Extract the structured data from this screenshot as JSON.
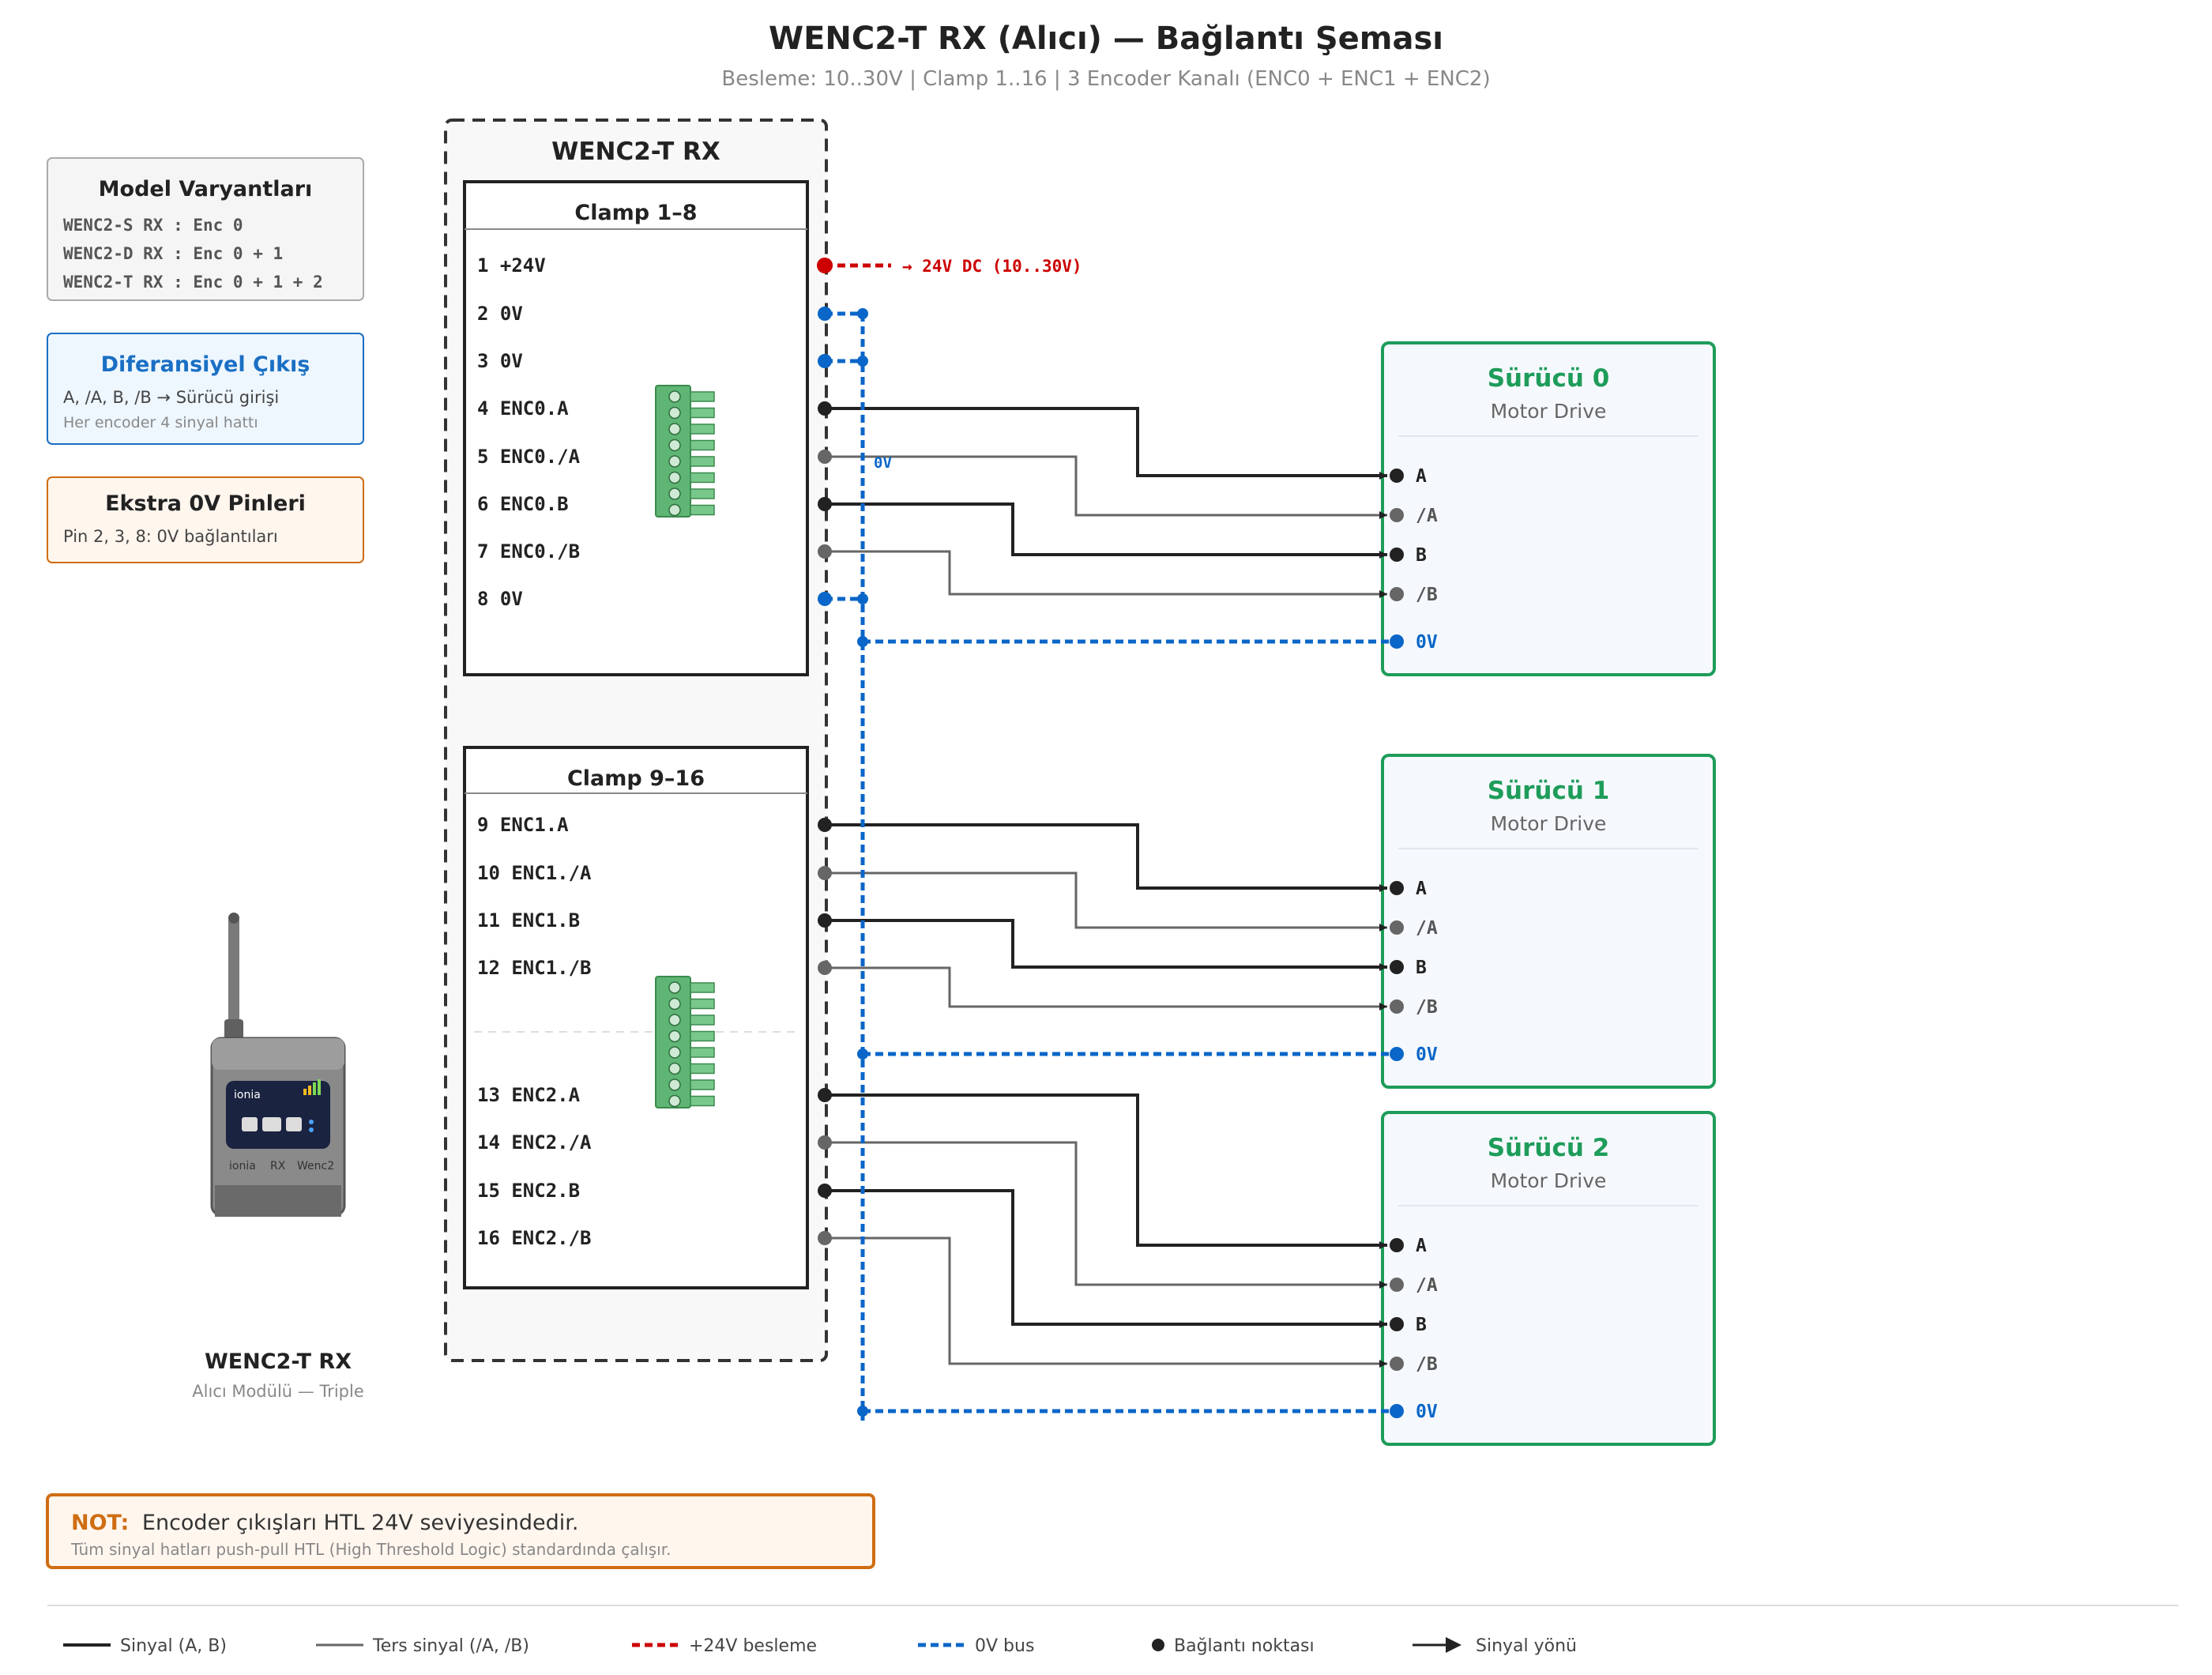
{
  "title": "WENC2-T RX (Alıcı) — Bağlantı Şeması",
  "subtitle": "Besleme: 10..30V | Clamp 1..16 | 3 Encoder Kanalı (ENC0 + ENC1 + ENC2)",
  "colors": {
    "signal": "#222222",
    "inverse": "#666666",
    "power": "#cc0000",
    "bus": "#0a66c8",
    "drive": "#1e9c5a",
    "blue_box": "#1a6fc4",
    "orange": "#cf6d12"
  },
  "variants": {
    "title": "Model Varyantları",
    "lines": [
      "WENC2-S RX : Enc 0",
      "WENC2-D RX : Enc 0 + 1",
      "WENC2-T RX : Enc 0 + 1 + 2"
    ]
  },
  "diff": {
    "title": "Diferansiyel Çıkış",
    "line1": "A, /A, B, /B → Sürücü girişi",
    "line2": "Her encoder 4 sinyal hattı"
  },
  "extra0v": {
    "title": "Ekstra 0V Pinleri",
    "line1": "Pin 2, 3, 8: 0V bağlantıları"
  },
  "module": {
    "title": "WENC2-T RX",
    "clamp_a_title": "Clamp 1–8",
    "clamp_b_title": "Clamp 9–16",
    "pins_a": [
      "1 +24V",
      "2 0V",
      "3 0V",
      "4 ENC0.A",
      "5 ENC0./A",
      "6 ENC0.B",
      "7 ENC0./B",
      "8 0V"
    ],
    "pins_b": [
      "9 ENC1.A",
      "10 ENC1./A",
      "11 ENC1.B",
      "12 ENC1./B",
      "13 ENC2.A",
      "14 ENC2./A",
      "15 ENC2.B",
      "16 ENC2./B"
    ],
    "power_label": "→ 24V DC (10..30V)",
    "bus_label": "0V"
  },
  "device": {
    "name": "WENC2-T RX",
    "desc": "Alıcı Modülü — Triple",
    "brand": "ionia",
    "text_rx": "RX",
    "text_model": "Wenc2"
  },
  "drives": [
    {
      "title": "Sürücü 0",
      "subtitle": "Motor Drive",
      "pins": [
        "A",
        "/A",
        "B",
        "/B",
        "0V"
      ]
    },
    {
      "title": "Sürücü 1",
      "subtitle": "Motor Drive",
      "pins": [
        "A",
        "/A",
        "B",
        "/B",
        "0V"
      ]
    },
    {
      "title": "Sürücü 2",
      "subtitle": "Motor Drive",
      "pins": [
        "A",
        "/A",
        "B",
        "/B",
        "0V"
      ]
    }
  ],
  "note": {
    "prefix": "NOT:",
    "text": "Encoder çıkışları HTL 24V seviyesindedir.",
    "sub": "Tüm sinyal hatları push-pull HTL (High Threshold Logic) standardında çalışır."
  },
  "legend": [
    {
      "label": "Sinyal (A, B)",
      "icon": "solid-line-icon"
    },
    {
      "label": "Ters sinyal (/A, /B)",
      "icon": "thin-line-icon"
    },
    {
      "label": "+24V besleme",
      "icon": "red-dashed-line-icon"
    },
    {
      "label": "0V bus",
      "icon": "blue-dashed-line-icon"
    },
    {
      "label": "Bağlantı noktası",
      "icon": "dot-icon"
    },
    {
      "label": "Sinyal yönü",
      "icon": "arrow-icon"
    }
  ]
}
